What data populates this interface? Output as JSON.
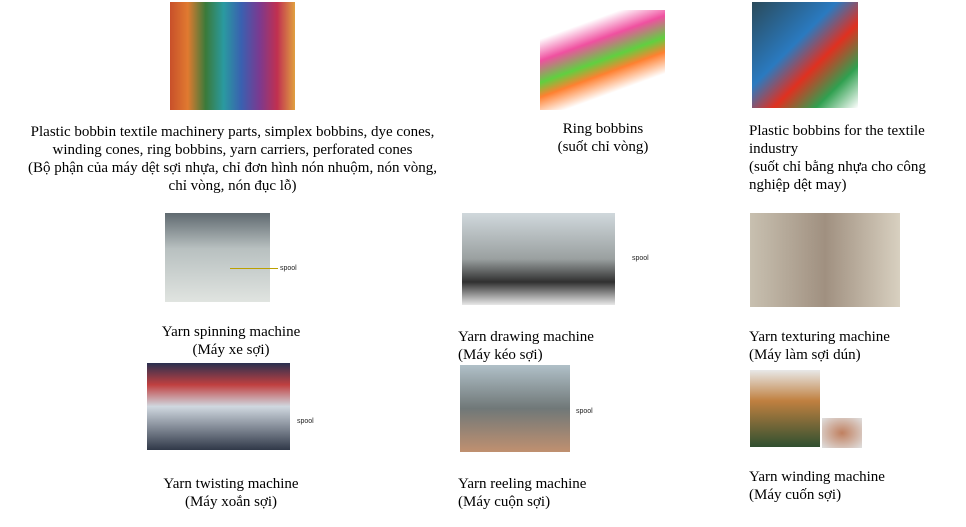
{
  "items": [
    {
      "title": "Plastic bobbin textile machinery parts, simplex bobbins, dye cones,",
      "title2": "winding cones, ring bobbins, yarn carriers, perforated cones",
      "sub": "(Bộ phận của máy dệt sợi nhựa, chỉ đơn hình nón nhuộm, nón vòng,",
      "sub2": "chỉ vòng, nón đục lỗ)"
    },
    {
      "title": "Ring bobbins",
      "sub": "(suốt chỉ vòng)"
    },
    {
      "title": "Plastic bobbins for the textile",
      "title2": "industry",
      "sub": "(suốt chỉ bằng nhựa cho công",
      "sub2": "nghiệp dệt may)"
    },
    {
      "title": "Yarn spinning machine",
      "sub": "(Máy xe sợi)",
      "label": "spool"
    },
    {
      "title": "Yarn drawing machine",
      "sub": "(Máy kéo sợi)",
      "label": "spool"
    },
    {
      "title": "Yarn texturing machine",
      "sub": "(Máy làm sợi dún)"
    },
    {
      "title": "Yarn twisting machine",
      "sub": "(Máy xoắn sợi)",
      "label": "spool"
    },
    {
      "title": "Yarn reeling machine",
      "sub": "(Máy cuộn sợi)",
      "label": "spool"
    },
    {
      "title": "Yarn winding machine",
      "sub": "(Máy cuốn sợi)"
    }
  ]
}
